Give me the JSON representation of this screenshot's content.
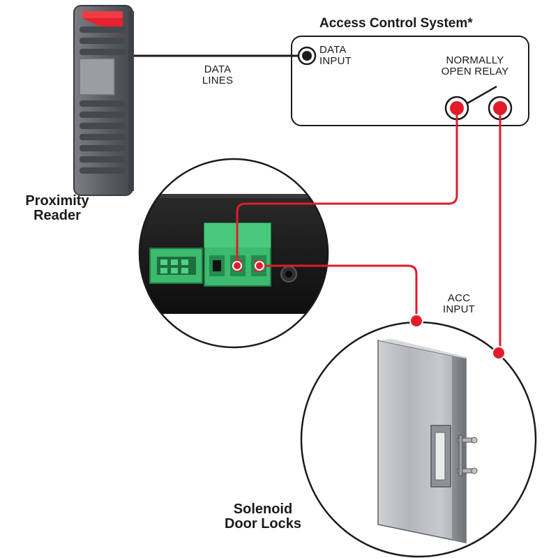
{
  "title": "Access Control System*",
  "labels": {
    "data_input": [
      "DATA",
      "INPUT"
    ],
    "data_lines": [
      "DATA",
      "LINES"
    ],
    "relay": [
      "NORMALLY",
      "OPEN RELAY"
    ],
    "reader": [
      "Proximity",
      "Reader"
    ],
    "acc_input": [
      "ACC",
      "INPUT"
    ],
    "door_locks": [
      "Solenoid",
      "Door Locks"
    ]
  },
  "colors": {
    "wire": "#e21b2b",
    "accent_red": "#e8202e",
    "reader_body": "#5a5d63",
    "terminal_green": "#3cba6e",
    "device_black": "#1b1b1b",
    "door_steel": "#b9bcc0",
    "outline": "#1a1a1a"
  },
  "icons": [
    "proximity-reader-icon",
    "terminal-block-icon",
    "solenoid-door-icon",
    "relay-switch-icon"
  ]
}
